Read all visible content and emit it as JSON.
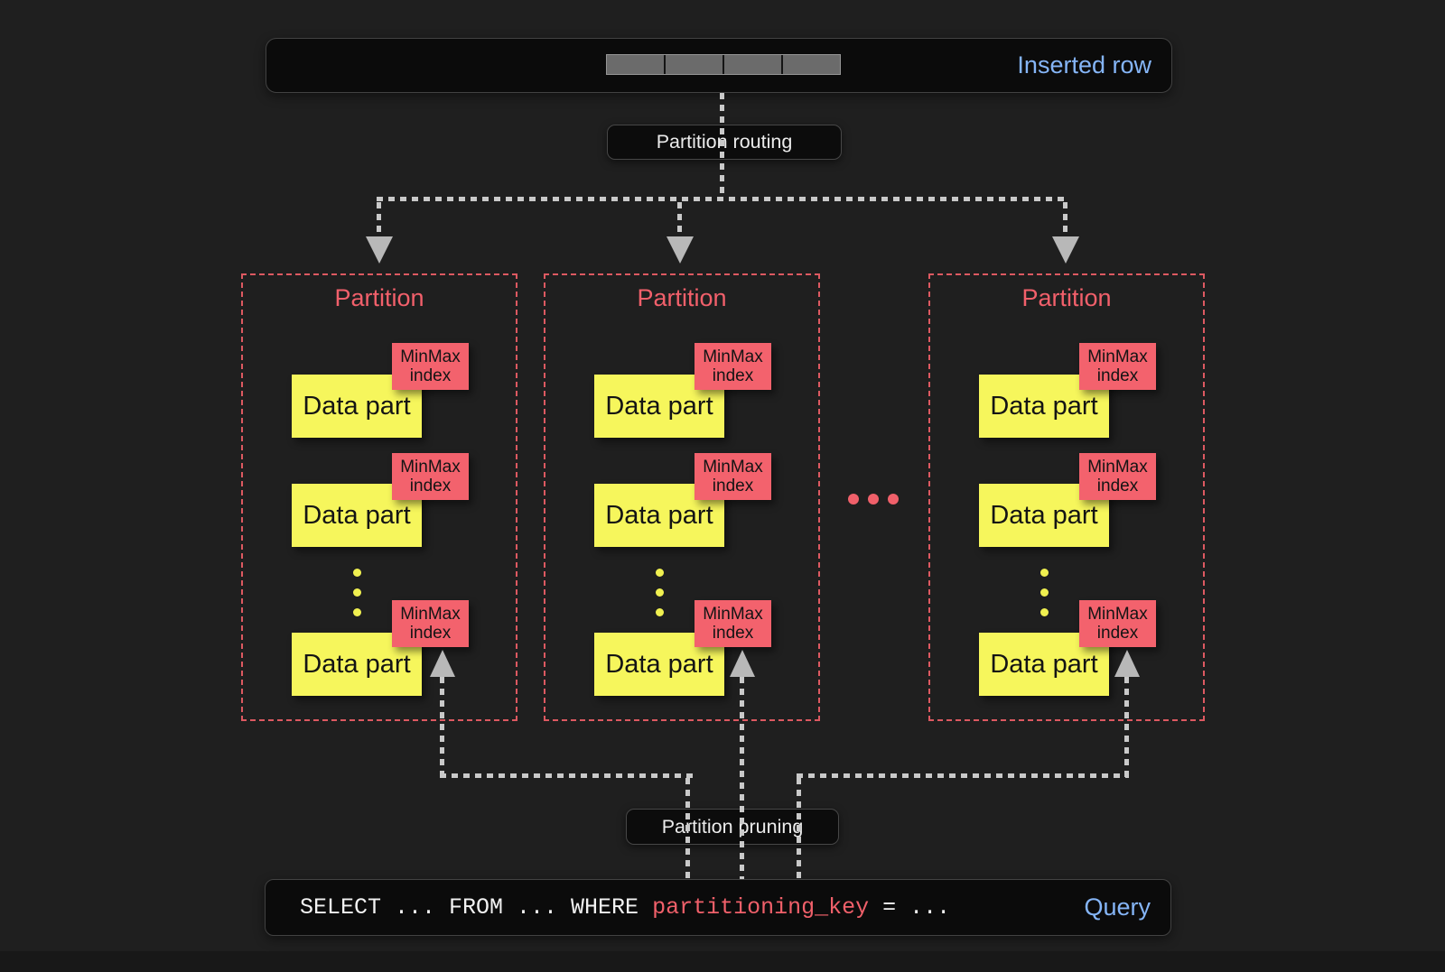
{
  "inserted_row": {
    "label": "Inserted row",
    "segment_count": 4
  },
  "flow_labels": {
    "routing": "Partition routing",
    "pruning": "Partition pruning"
  },
  "partitions": [
    {
      "title": "Partition",
      "parts": [
        {
          "label": "Data part",
          "index_tag": [
            "MinMax",
            "index"
          ]
        },
        {
          "label": "Data part",
          "index_tag": [
            "MinMax",
            "index"
          ]
        },
        {
          "label": "Data part",
          "index_tag": [
            "MinMax",
            "index"
          ]
        }
      ]
    },
    {
      "title": "Partition",
      "parts": [
        {
          "label": "Data part",
          "index_tag": [
            "MinMax",
            "index"
          ]
        },
        {
          "label": "Data part",
          "index_tag": [
            "MinMax",
            "index"
          ]
        },
        {
          "label": "Data part",
          "index_tag": [
            "MinMax",
            "index"
          ]
        }
      ]
    },
    {
      "title": "Partition",
      "parts": [
        {
          "label": "Data part",
          "index_tag": [
            "MinMax",
            "index"
          ]
        },
        {
          "label": "Data part",
          "index_tag": [
            "MinMax",
            "index"
          ]
        },
        {
          "label": "Data part",
          "index_tag": [
            "MinMax",
            "index"
          ]
        }
      ]
    }
  ],
  "query": {
    "prefix": "SELECT ... FROM ... WHERE ",
    "highlight": "partitioning_key",
    "suffix": " = ...",
    "label": "Query"
  },
  "colors": {
    "background": "#1f1f1f",
    "bar_fill": "#0b0b0b",
    "accent_blue": "#85b5f7",
    "accent_red": "#f0606a",
    "partition_border": "#dd5961",
    "minmax_fill": "#f3626d",
    "datapart_fill": "#f6f65c",
    "flow_line_gray": "#c9c9c9",
    "segment_gray": "#6b6b6b"
  }
}
